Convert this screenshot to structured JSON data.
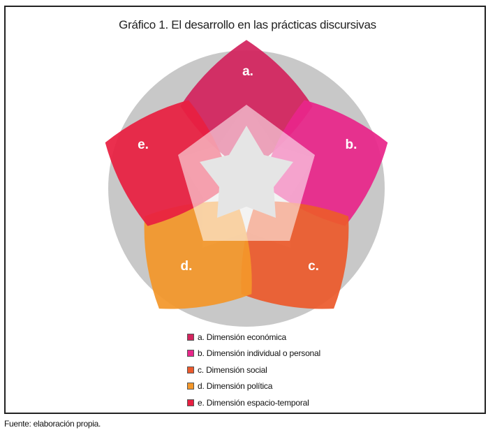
{
  "title": "Gráfico 1. El desarrollo en las prácticas discursivas",
  "petals": [
    {
      "id": "a",
      "label": "a.",
      "color": "#d3245e"
    },
    {
      "id": "b",
      "label": "b.",
      "color": "#e8268a"
    },
    {
      "id": "c",
      "label": "c.",
      "color": "#ec5a2c"
    },
    {
      "id": "d",
      "label": "d.",
      "color": "#f3972a"
    },
    {
      "id": "e",
      "label": "e.",
      "color": "#e81f41"
    }
  ],
  "colors": {
    "circle": "#c8c8c8",
    "center": "#e5e5e5"
  },
  "legend": [
    {
      "text": "a. Dimensión económica",
      "color": "#d3245e"
    },
    {
      "text": "b. Dimensión individual o personal",
      "color": "#e8268a"
    },
    {
      "text": "c. Dimensión social",
      "color": "#ec5a2c"
    },
    {
      "text": "d. Dimensión política",
      "color": "#f3972a"
    },
    {
      "text": "e. Dimensión espacio-temporal",
      "color": "#e81f41"
    }
  ],
  "source": "Fuente: elaboración propia."
}
